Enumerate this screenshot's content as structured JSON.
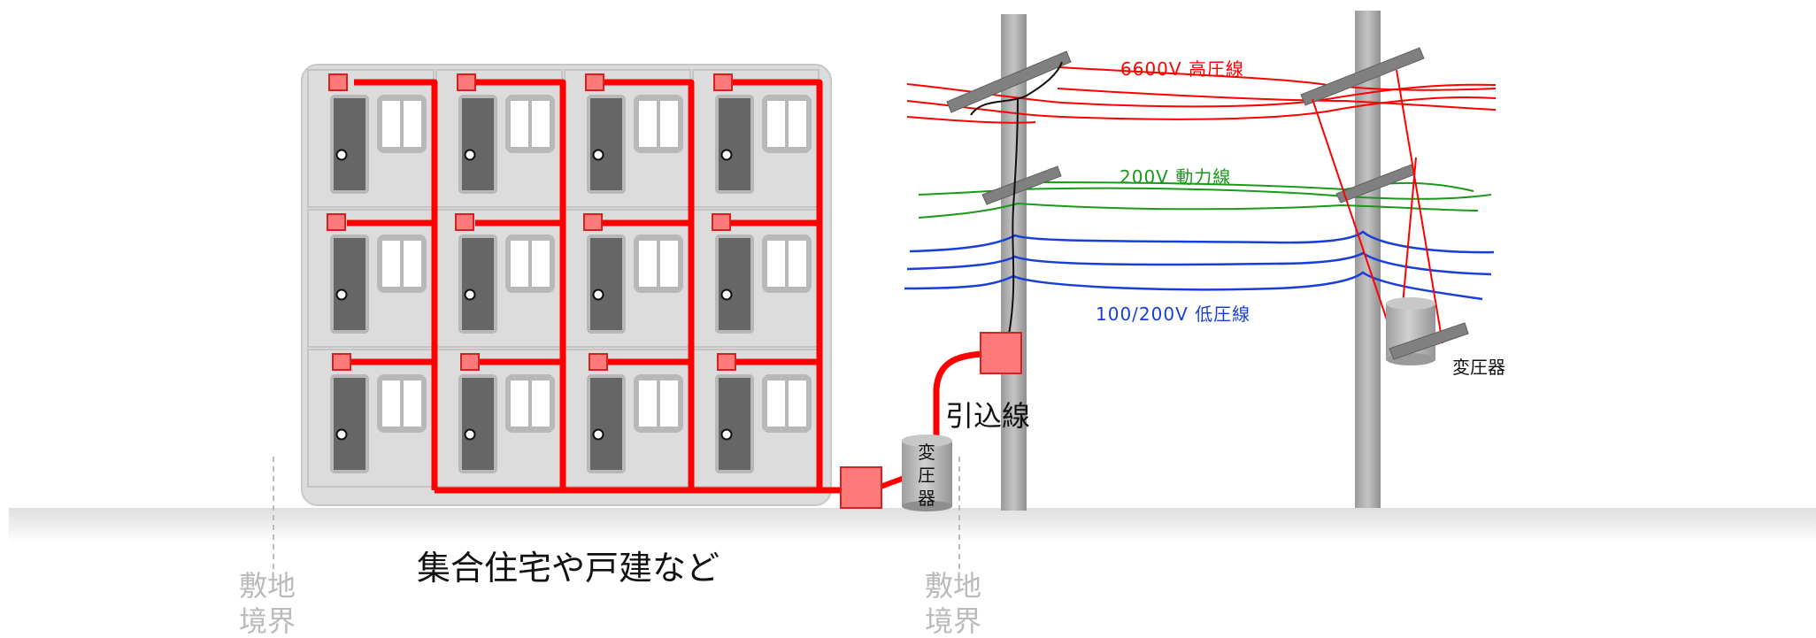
{
  "labels": {
    "high_voltage": "6600V 高圧線",
    "power_line": "200V 動力線",
    "low_voltage": "100/200V 低圧線",
    "pole_transformer": "変圧器",
    "service_drop": "引込線",
    "ground_transformer": [
      "変",
      "圧",
      "器"
    ],
    "building_caption": "集合住宅や戸建など",
    "boundary_left": [
      "敷地",
      "境界"
    ],
    "boundary_right": [
      "敷地",
      "境界"
    ]
  },
  "colors": {
    "high_voltage": "#ff0000",
    "power_line": "#1a9a1a",
    "low_voltage": "#1a3fd9",
    "wiring": "#ff0000",
    "box_fill": "#ff7a7a",
    "box_stroke": "#d92020",
    "building": "#dcdcdc",
    "pole": "#a8a8a8",
    "boundary": "#bbbbbb"
  },
  "building": {
    "rows": 3,
    "columns": 4
  }
}
